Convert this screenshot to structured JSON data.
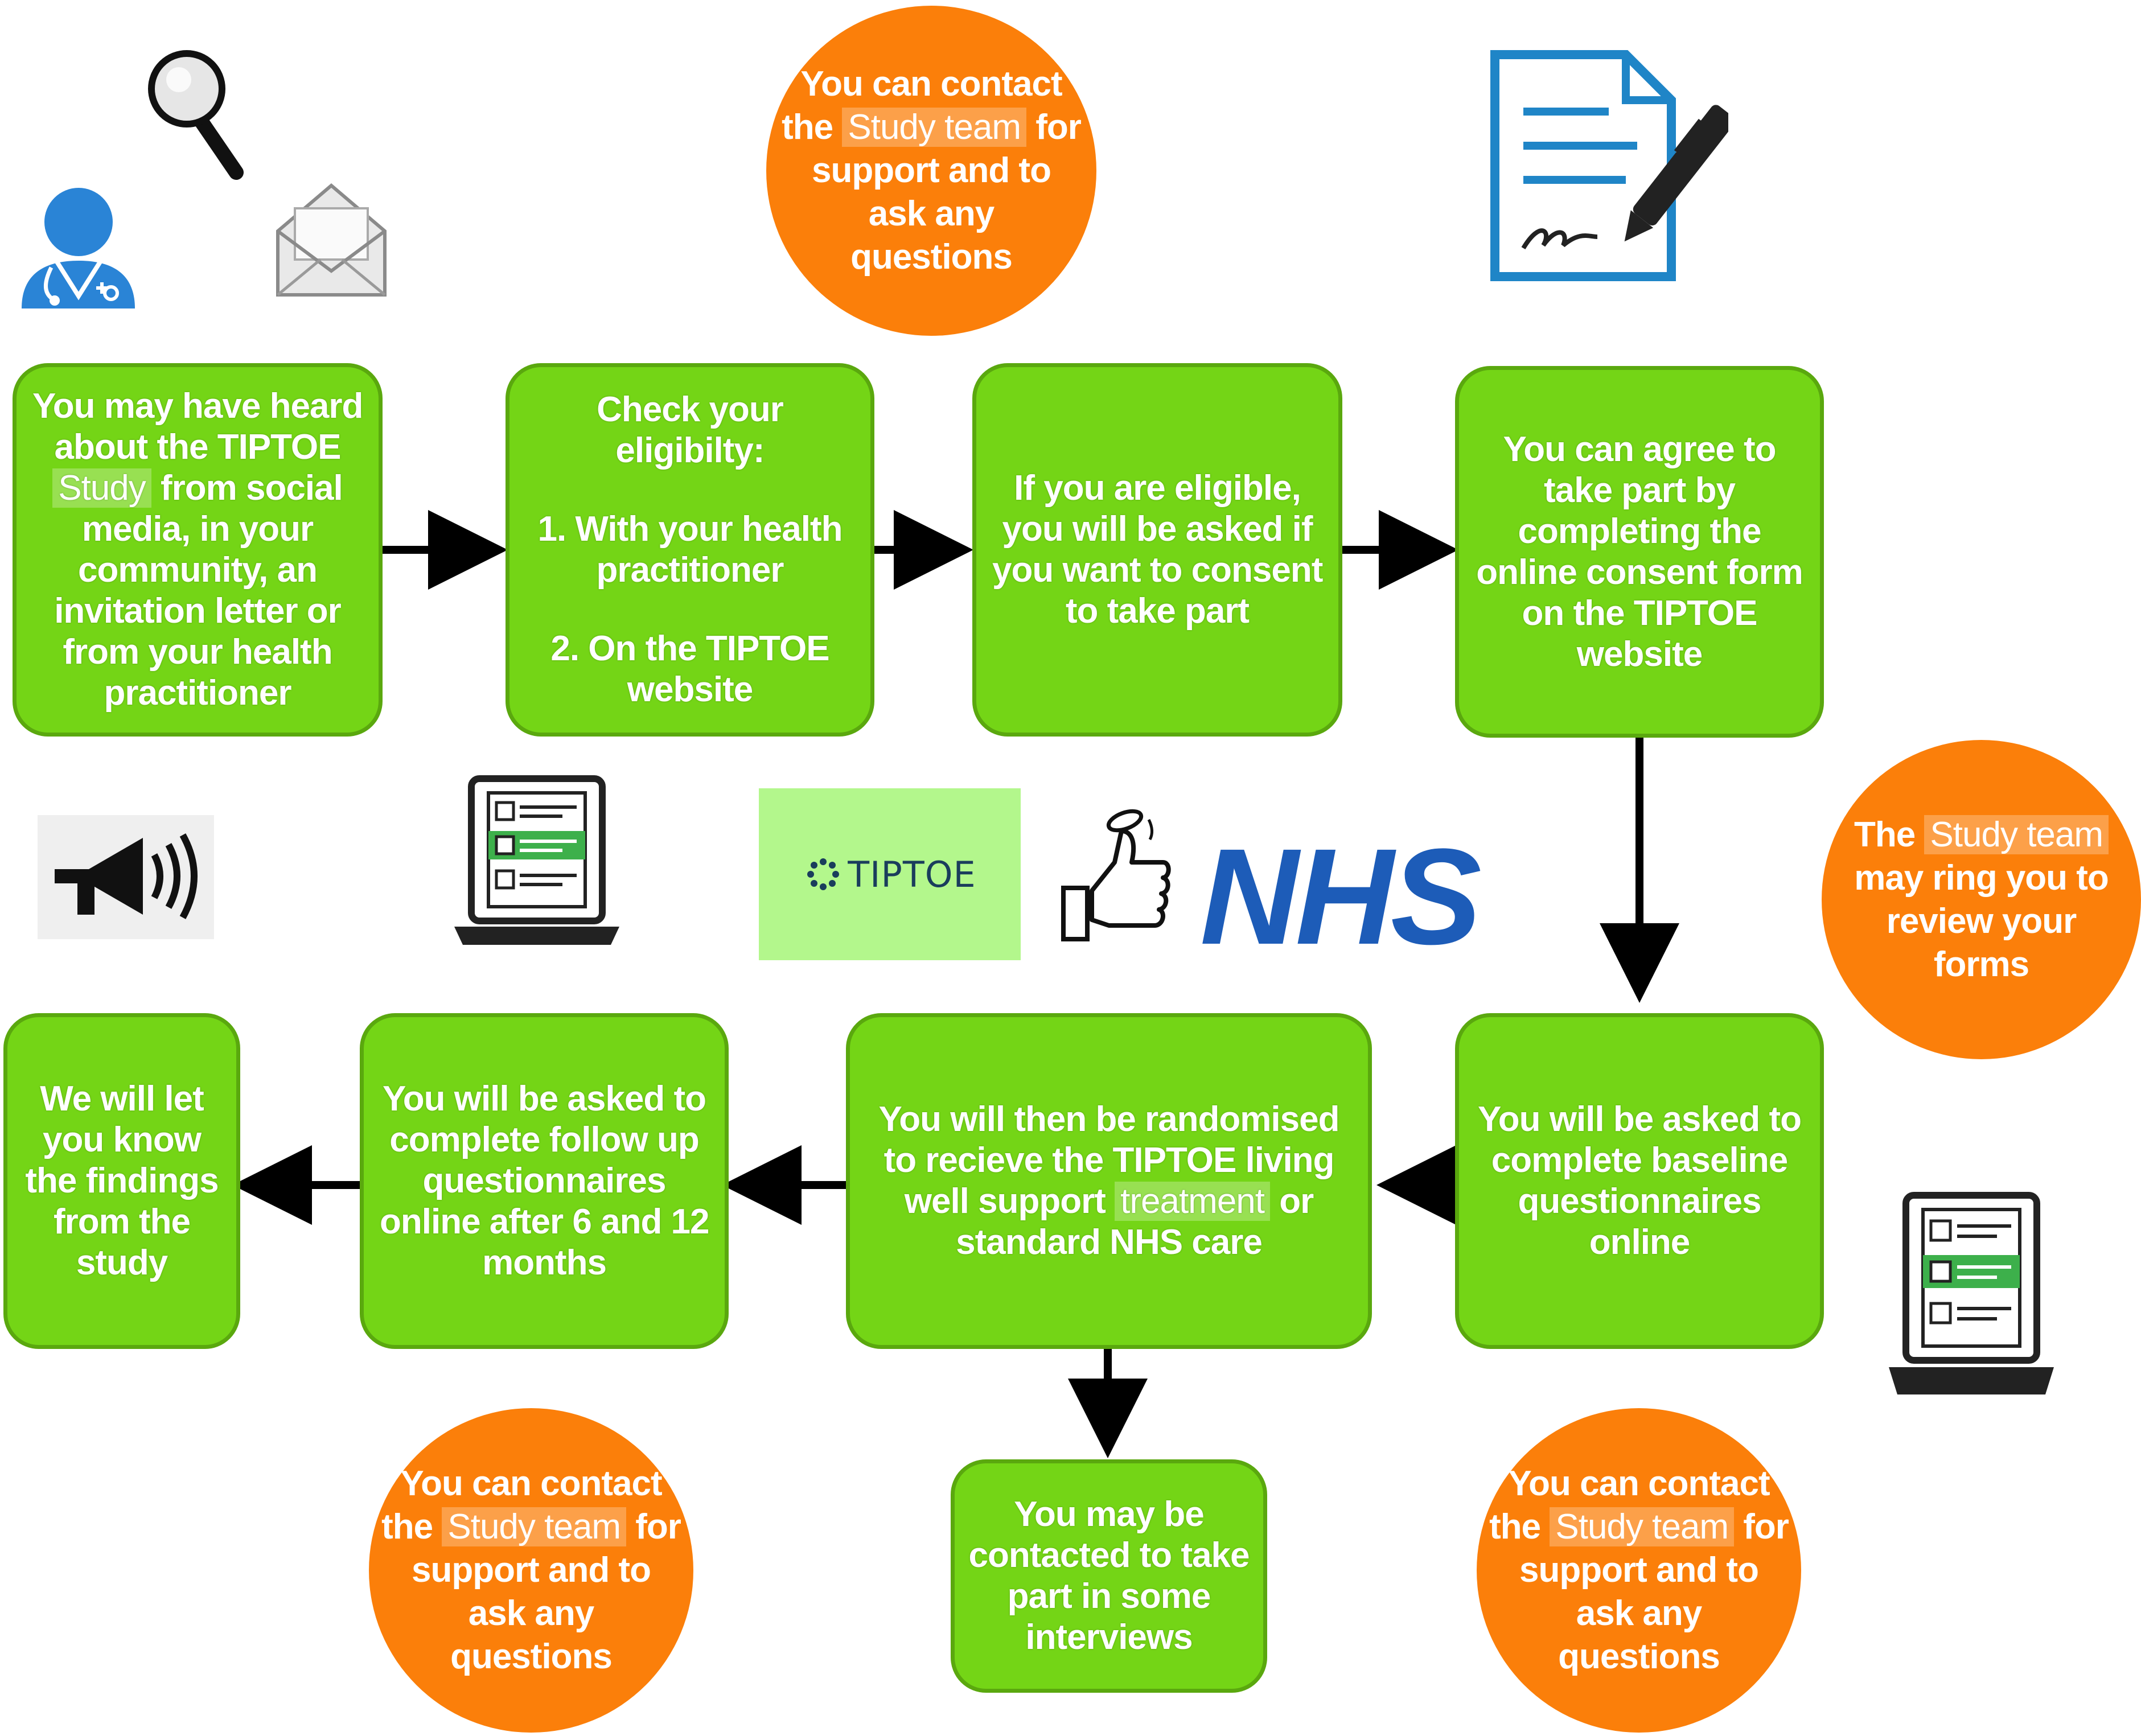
{
  "title": "",
  "steps": {
    "step1": {
      "lines_before": [
        "You may have heard",
        "about the TIPTOE"
      ],
      "highlight": "Study",
      "lines_after": [
        "from social",
        "media, in your",
        "community, an",
        "invitation letter or",
        "from your health",
        "practitioner"
      ]
    },
    "step2": {
      "lines": [
        "Check your",
        "eligibilty:"
      ],
      "lines2": [
        "1. With your health",
        "practitioner"
      ],
      "lines3": [
        "2. On the TIPTOE",
        "website"
      ]
    },
    "step3": {
      "lines": [
        "If you are eligible,",
        "you will be asked if",
        "you want to consent",
        "to take part"
      ]
    },
    "step4": {
      "lines": [
        "You can agree to",
        "take part by",
        "completing the",
        "online consent form",
        "on the TIPTOE",
        "website"
      ]
    },
    "step5": {
      "lines": [
        "You will be asked to",
        "complete baseline",
        "questionnaires",
        "online"
      ]
    },
    "step6": {
      "line1": "You will then be randomised",
      "line2": "to recieve the TIPTOE living",
      "line3_before": "well support",
      "highlight": "treatment",
      "line3_after": "or",
      "line4": "standard NHS care"
    },
    "step7": {
      "lines": [
        "You will be asked to",
        "complete follow up",
        "questionnaires",
        "online after 6 and 12",
        "months"
      ]
    },
    "step8": {
      "lines": [
        "We will let",
        "you know",
        "the findings",
        "from the",
        "study"
      ]
    },
    "step9": {
      "lines": [
        "You may be",
        "contacted to take",
        "part in some",
        "interviews"
      ]
    }
  },
  "contact": {
    "line1": "You can contact",
    "the_word": "the",
    "study_team": "Study team",
    "for_word": "for",
    "lines_after": [
      "support and to",
      "ask any",
      "questions"
    ]
  },
  "review_circle": {
    "the_word": "The",
    "study_team": "Study team",
    "lines_after": [
      "may ring you to",
      "review your",
      "forms"
    ]
  },
  "logos": {
    "tiptoe": "TIPTOE",
    "nhs": "NHS"
  },
  "colors": {
    "box_green": "#74d516",
    "circle_orange": "#fb7f0a",
    "nhs_blue": "#1d5cb8",
    "arrow": "#000000"
  },
  "icons": [
    "doctor-icon",
    "magnifier-icon",
    "envelope-icon",
    "document-signature-icon",
    "megaphone-icon",
    "laptop-checklist-icon",
    "thumbs-up-coin-icon"
  ]
}
